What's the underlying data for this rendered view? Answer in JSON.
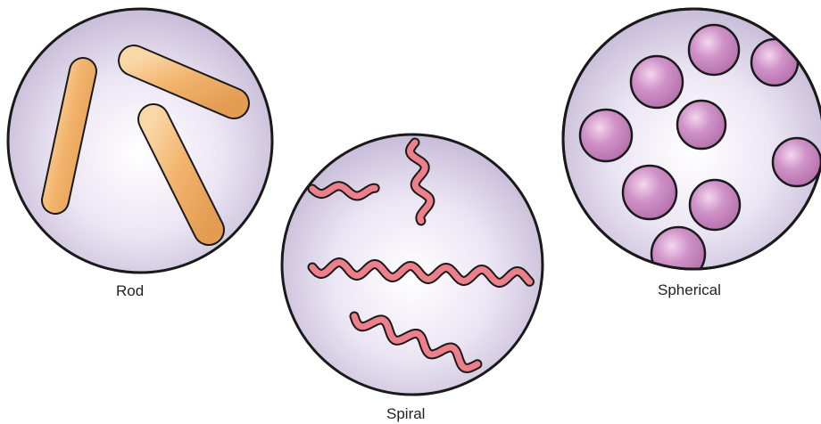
{
  "panels": [
    {
      "id": "rod",
      "label": "Rod"
    },
    {
      "id": "spiral",
      "label": "Spiral"
    },
    {
      "id": "spherical",
      "label": "Spherical"
    }
  ],
  "colors": {
    "dish_center": "#ffffff",
    "dish_mid": "#ece6f4",
    "dish_edge": "#c8bcd8",
    "outline": "#1a1a1a",
    "rod_fill": "#f2b46e",
    "rod_highlight": "#fad7a6",
    "spiral_fill": "#ec7f8a",
    "sphere_fill": "#cf92c8",
    "sphere_highlight": "#f3d6ef",
    "sphere_shadow": "#b46fac"
  },
  "icons": {
    "rod": "rod-bacterium-icon",
    "spiral": "spiral-bacterium-icon",
    "spherical": "spherical-bacterium-icon"
  }
}
